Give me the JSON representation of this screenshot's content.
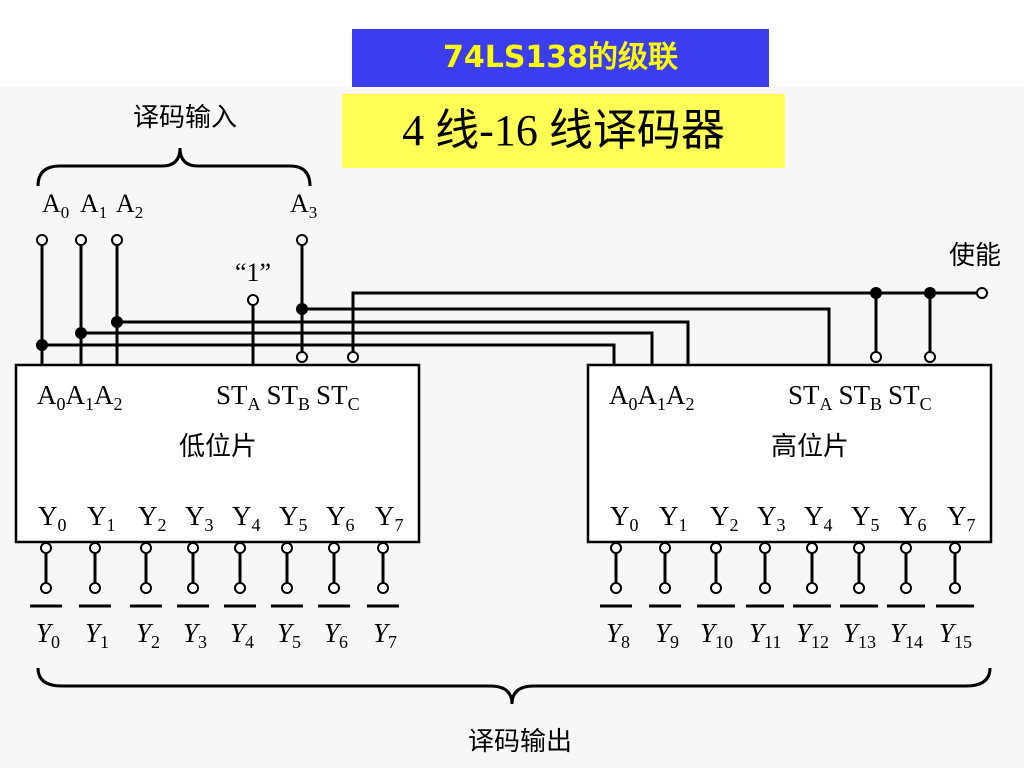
{
  "title": "74LS138的级联",
  "subtitle": "4 线-16 线译码器",
  "labels": {
    "decode_input": "译码输入",
    "decode_output": "译码输出",
    "enable": "使能",
    "constant_one": "“1”"
  },
  "inputs": {
    "a": "A",
    "subs": [
      "0",
      "1",
      "2",
      "3"
    ]
  },
  "chips": [
    {
      "name": "低位片",
      "addr_pins": {
        "a": "A",
        "subs": [
          "0",
          "1",
          "2"
        ]
      },
      "enable_pins": {
        "st": "ST",
        "subs": [
          "A",
          "B",
          "C"
        ]
      },
      "out_pins": {
        "y": "Y",
        "subs": [
          "0",
          "1",
          "2",
          "3",
          "4",
          "5",
          "6",
          "7"
        ]
      }
    },
    {
      "name": "高位片",
      "addr_pins": {
        "a": "A",
        "subs": [
          "0",
          "1",
          "2"
        ]
      },
      "enable_pins": {
        "st": "ST",
        "subs": [
          "A",
          "B",
          "C"
        ]
      },
      "out_pins": {
        "y": "Y",
        "subs": [
          "0",
          "1",
          "2",
          "3",
          "4",
          "5",
          "6",
          "7"
        ]
      }
    }
  ],
  "outputs": {
    "y": "Y",
    "subs": [
      "0",
      "1",
      "2",
      "3",
      "4",
      "5",
      "6",
      "7",
      "8",
      "9",
      "10",
      "11",
      "12",
      "13",
      "14",
      "15"
    ]
  }
}
